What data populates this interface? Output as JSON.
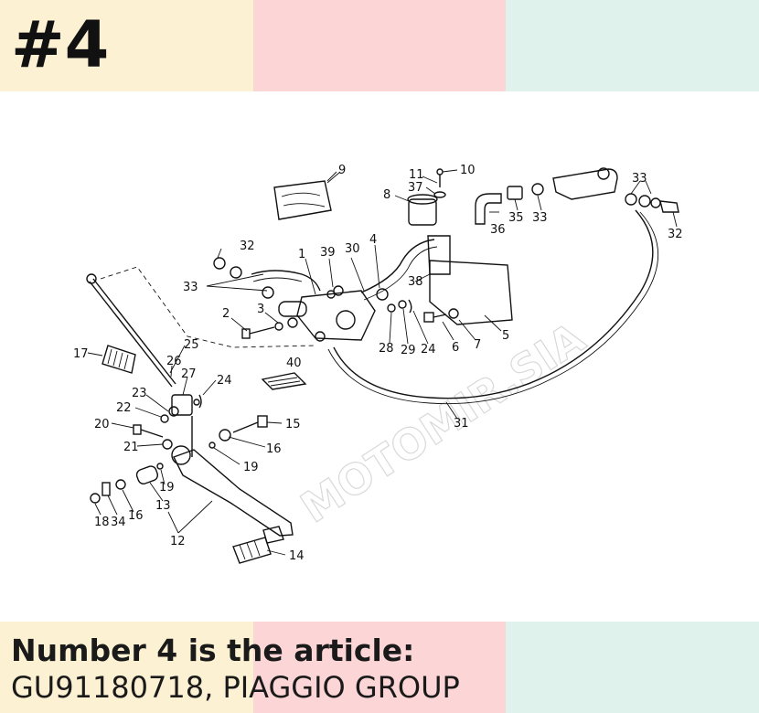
{
  "header": {
    "number": "#4"
  },
  "footer": {
    "headline": "Number 4 is the article:",
    "article": "GU91180718, PIAGGIO GROUP"
  },
  "watermark": "MOTOMIR.SIA",
  "colors": {
    "band_yellow": "#fcf1d2",
    "band_pink": "#fcd6d6",
    "band_mint": "#e0f2ec",
    "ink": "#111111"
  },
  "callouts": [
    "1",
    "2",
    "3",
    "4",
    "5",
    "6",
    "7",
    "8",
    "9",
    "10",
    "11",
    "12",
    "13",
    "14",
    "15",
    "16",
    "16",
    "16",
    "17",
    "18",
    "19",
    "19",
    "20",
    "21",
    "22",
    "23",
    "24",
    "24",
    "25",
    "26",
    "27",
    "28",
    "29",
    "30",
    "31",
    "32",
    "32",
    "33",
    "33",
    "33",
    "34",
    "35",
    "36",
    "37",
    "38",
    "39",
    "40"
  ]
}
